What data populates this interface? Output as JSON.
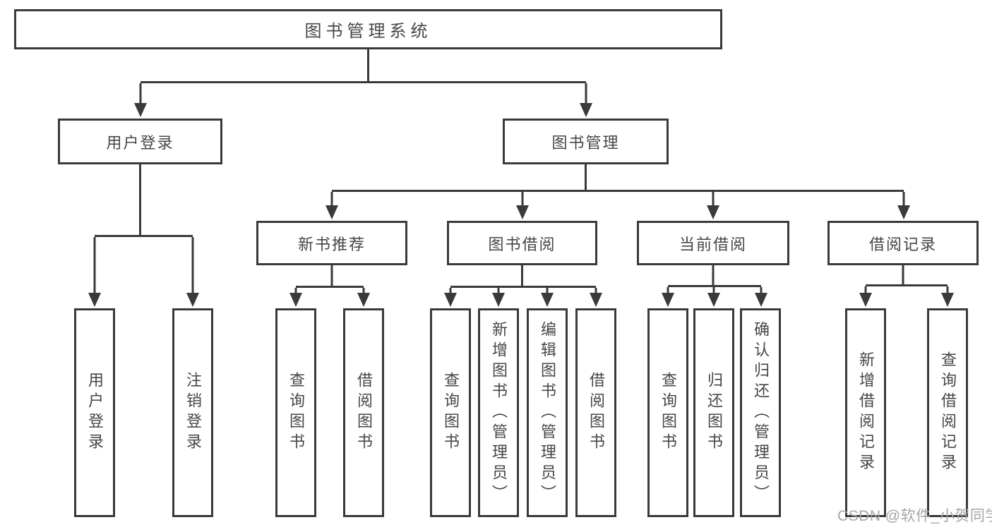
{
  "root": {
    "label": "图书管理系统"
  },
  "level2": [
    {
      "label": "用户登录",
      "children": [
        {
          "label": "用户登录"
        },
        {
          "label": "注销登录"
        }
      ]
    },
    {
      "label": "图书管理",
      "children": [
        {
          "label": "新书推荐",
          "children": [
            {
              "label": "查询图书"
            },
            {
              "label": "借阅图书"
            }
          ]
        },
        {
          "label": "图书借阅",
          "children": [
            {
              "label": "查询图书"
            },
            {
              "label": "新增图书（管理员）"
            },
            {
              "label": "编辑图书（管理员）"
            },
            {
              "label": "借阅图书"
            }
          ]
        },
        {
          "label": "当前借阅",
          "children": [
            {
              "label": "查询图书"
            },
            {
              "label": "归还图书"
            },
            {
              "label": "确认归还（管理员）"
            }
          ]
        },
        {
          "label": "借阅记录",
          "children": [
            {
              "label": "新增借阅记录"
            },
            {
              "label": "查询借阅记录"
            }
          ]
        }
      ]
    }
  ],
  "watermark": "CSDN @软件_小贺同学",
  "colors": {
    "line": "#3a3a3a",
    "text": "#464646",
    "box_background": "#ffffff",
    "watermark": "#a6a6a6",
    "page_background": "#ffffff"
  }
}
